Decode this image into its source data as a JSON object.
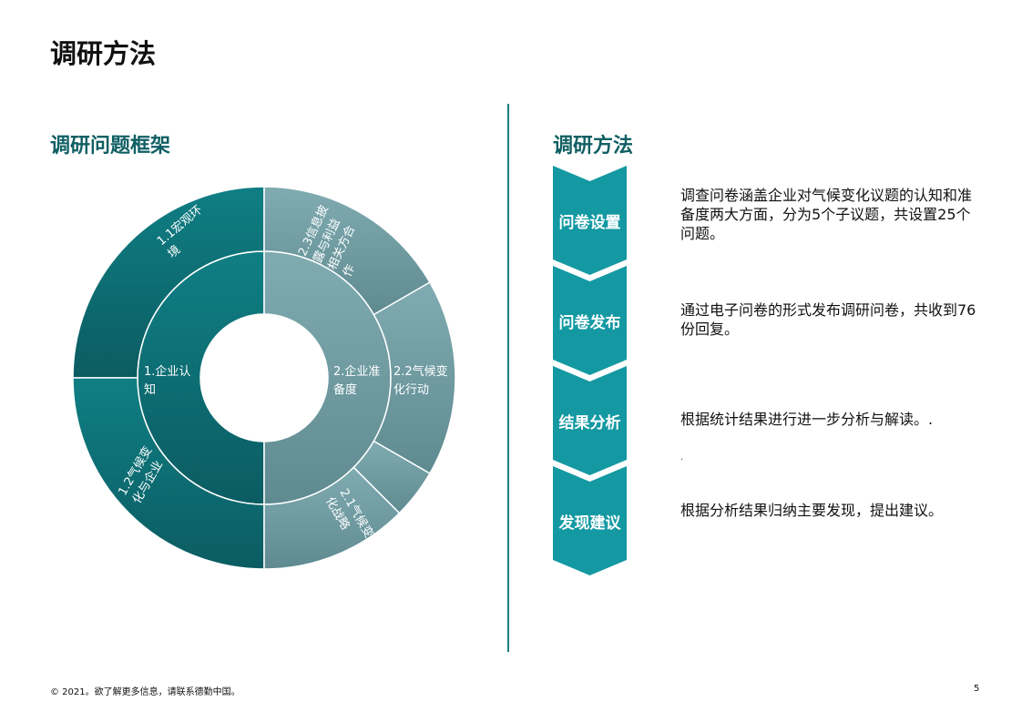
{
  "page": {
    "title": "调研方法",
    "footer": "© 2021。欲了解更多信息，请联系德勤中国。",
    "page_number": "5"
  },
  "left": {
    "title": "调研问题框架",
    "inner": [
      {
        "lines": [
          "1.企业认",
          "知"
        ],
        "color": "#0f7b80"
      },
      {
        "lines": [
          "2.企业准",
          "备度"
        ],
        "color": "#6e9ea5"
      }
    ],
    "outer": [
      {
        "lines": [
          "1.1宏观环",
          "境"
        ],
        "color": "#0e7c81"
      },
      {
        "lines": [
          "1.2气候变",
          "化与企业"
        ],
        "color": "#0c6e73"
      },
      {
        "lines": [
          "2.1气候变",
          "化战略"
        ],
        "color": "#5f8c92"
      },
      {
        "lines": [
          "2.2气候变",
          "化行动"
        ],
        "color": "#6b9aa1"
      },
      {
        "lines": [
          "2.3信息披",
          "露与利益",
          "相关方合",
          "作"
        ],
        "color": "#7aa8ae"
      }
    ],
    "colors": {
      "center": "#ffffff",
      "gradient_dark": "#0b5c62"
    }
  },
  "right": {
    "title": "调研方法",
    "steps": [
      {
        "label": "问卷设置",
        "desc": "调查问卷涵盖企业对气候变化议题的认知和准备度两大方面，分为5个子议题，共设置25个问题。"
      },
      {
        "label": "问卷发布",
        "desc": "通过电子问卷的形式发布调研问卷，共收到76份回复。"
      },
      {
        "label": "结果分析",
        "desc": "根据统计结果进行进一步分析与解读。."
      },
      {
        "label": "发现建议",
        "desc": "根据分析结果归纳主要发现，提出建议。"
      }
    ],
    "stray_dot": ".",
    "colors": {
      "chevron": "#1499a3",
      "heading": "#0f5f63",
      "divider": "#1b7f82"
    }
  }
}
